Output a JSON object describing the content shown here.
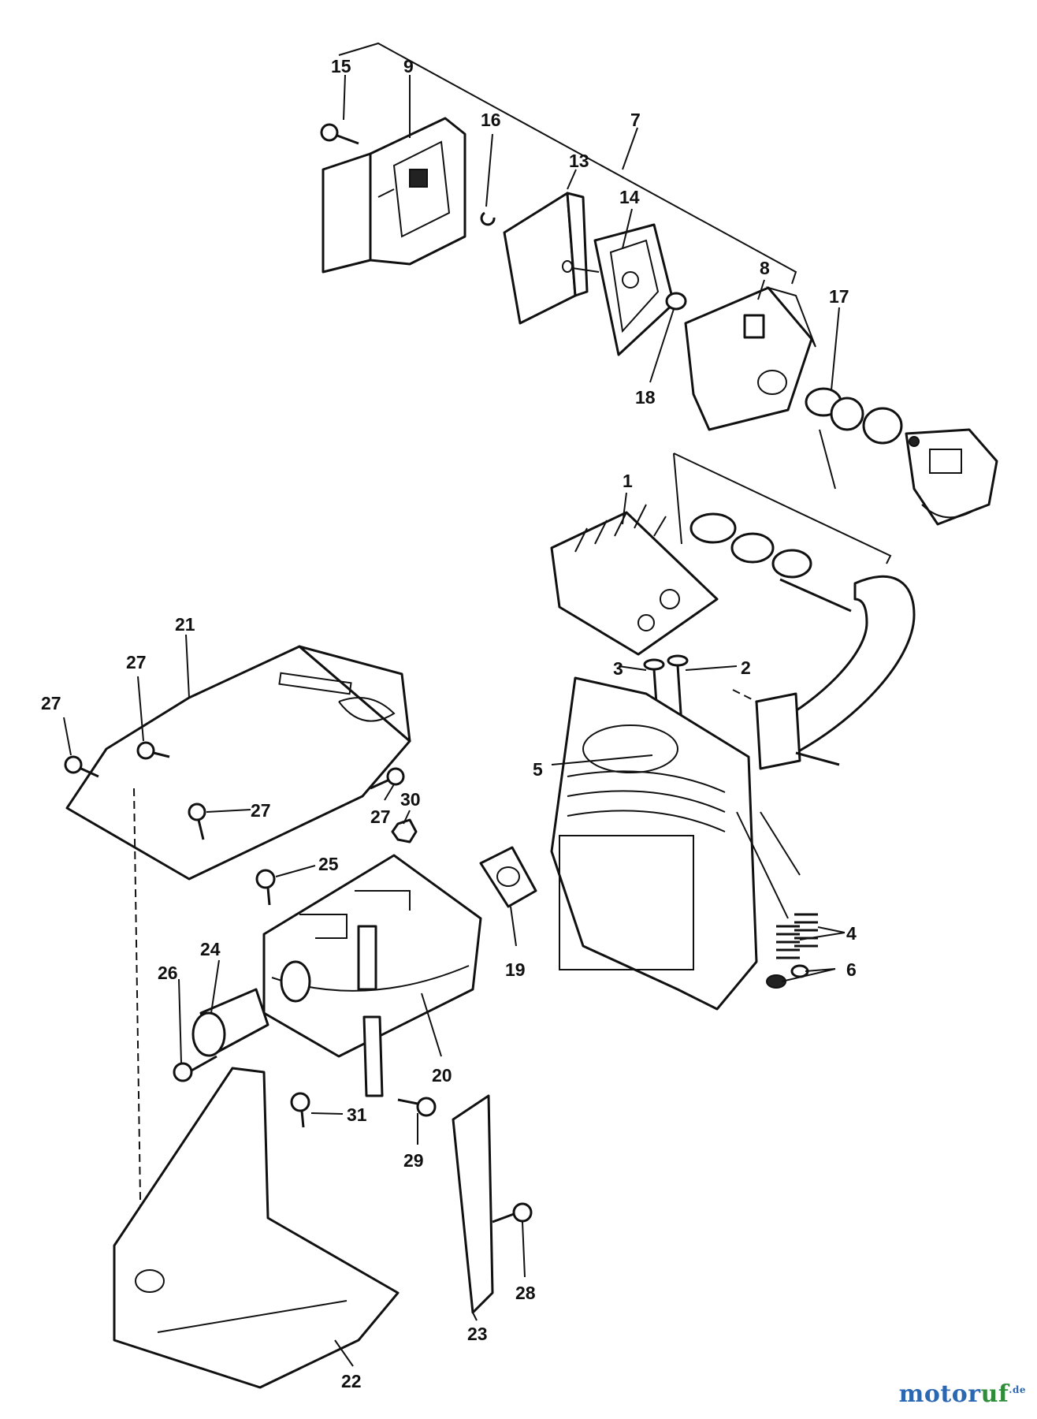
{
  "callouts": {
    "c1": "1",
    "c2": "2",
    "c3": "3",
    "c4": "4",
    "c5": "5",
    "c6": "6",
    "c7": "7",
    "c8": "8",
    "c9": "9",
    "c13": "13",
    "c14": "14",
    "c15": "15",
    "c16": "16",
    "c17": "17",
    "c18": "18",
    "c19": "19",
    "c20": "20",
    "c21": "21",
    "c22": "22",
    "c23": "23",
    "c24": "24",
    "c25": "25",
    "c26": "26",
    "c27a": "27",
    "c27b": "27",
    "c27c": "27",
    "c27d": "27",
    "c28": "28",
    "c29": "29",
    "c30": "30",
    "c31": "31"
  },
  "watermark": {
    "part1": "motor",
    "part2": "uf",
    "suffix": ".de"
  },
  "colors": {
    "line": "#111111",
    "background": "#ffffff",
    "logo_blue": "#2c67b1",
    "logo_green": "#2f8c3a"
  }
}
